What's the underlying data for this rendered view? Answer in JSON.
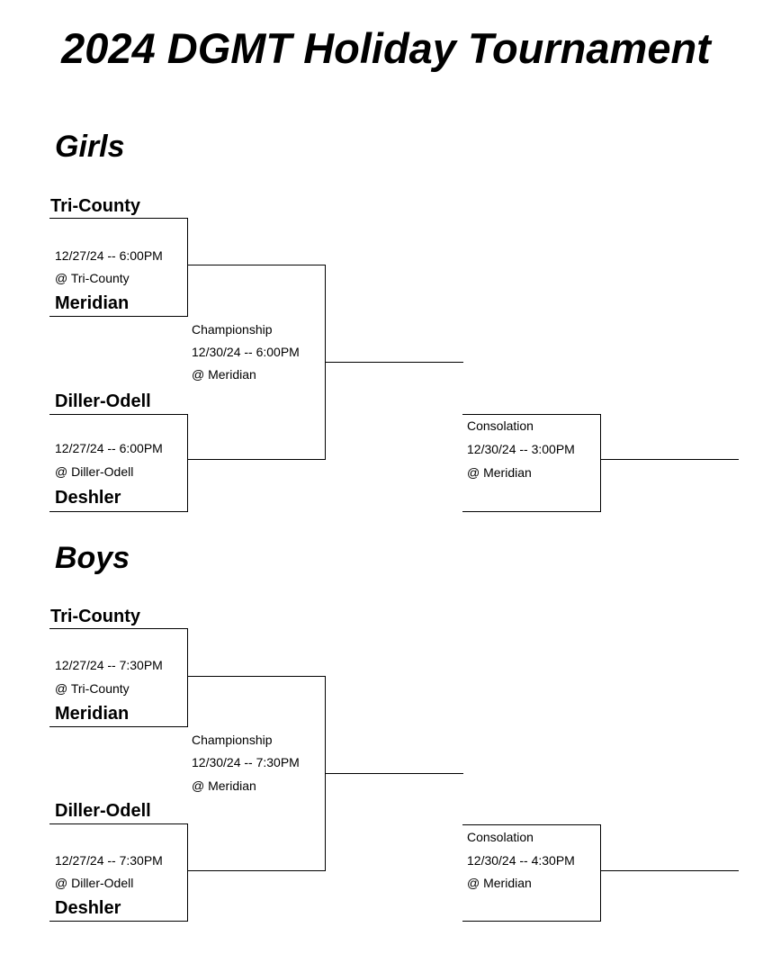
{
  "title": "2024 DGMT Holiday Tournament",
  "brackets": [
    {
      "division": "Girls",
      "game1": {
        "team_top": "Tri-County",
        "team_bottom": "Meridian",
        "date": "12/27/24 -- 6:00PM",
        "location": "@ Tri-County"
      },
      "game2": {
        "team_top": "Diller-Odell",
        "team_bottom": "Deshler",
        "date": "12/27/24 -- 6:00PM",
        "location": "@ Diller-Odell"
      },
      "championship": {
        "label": "Championship",
        "date": "12/30/24 -- 6:00PM",
        "location": "@ Meridian"
      },
      "consolation": {
        "label": "Consolation",
        "date": "12/30/24 -- 3:00PM",
        "location": "@ Meridian"
      }
    },
    {
      "division": "Boys",
      "game1": {
        "team_top": "Tri-County",
        "team_bottom": "Meridian",
        "date": "12/27/24 -- 7:30PM",
        "location": "@ Tri-County"
      },
      "game2": {
        "team_top": "Diller-Odell",
        "team_bottom": "Deshler",
        "date": "12/27/24 -- 7:30PM",
        "location": "@ Diller-Odell"
      },
      "championship": {
        "label": "Championship",
        "date": "12/30/24 -- 7:30PM",
        "location": "@ Meridian"
      },
      "consolation": {
        "label": "Consolation",
        "date": "12/30/24 -- 4:30PM",
        "location": "@ Meridian"
      }
    }
  ]
}
